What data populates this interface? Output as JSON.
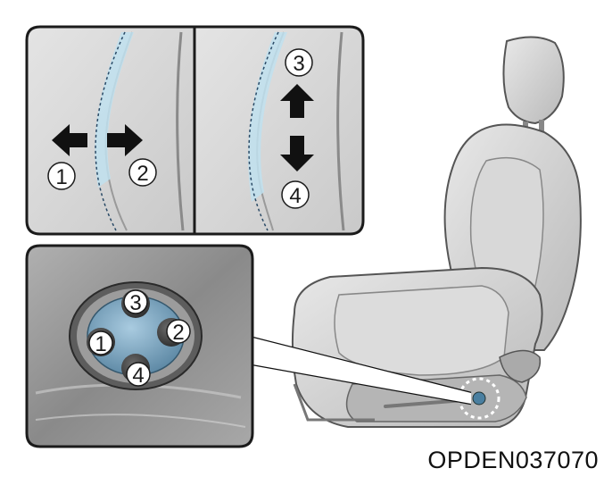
{
  "lumbar_panel": {
    "in_out": {
      "label_1": "1",
      "label_2": "2"
    },
    "up_down": {
      "label_3": "3",
      "label_4": "4"
    }
  },
  "switch_closeup": {
    "label_1": "1",
    "label_2": "2",
    "label_3": "3",
    "label_4": "4"
  },
  "figure_code": "OPDEN037070"
}
